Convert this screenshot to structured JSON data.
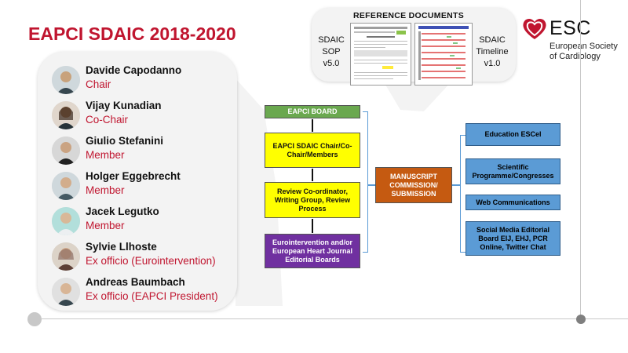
{
  "title": "EAPCI SDAIC 2018-2020",
  "members": [
    {
      "name": "Davide Capodanno",
      "role": "Chair"
    },
    {
      "name": "Vijay Kunadian",
      "role": "Co-Chair"
    },
    {
      "name": "Giulio Stefanini",
      "role": "Member"
    },
    {
      "name": "Holger Eggebrecht",
      "role": "Member"
    },
    {
      "name": "Jacek Legutko",
      "role": "Member"
    },
    {
      "name": "Sylvie Llhoste",
      "role": "Ex officio (Eurointervention)"
    },
    {
      "name": "Andreas Baumbach",
      "role": "Ex officio (EAPCI President)"
    }
  ],
  "reference": {
    "heading": "REFERENCE  DOCUMENTS",
    "doc_left": {
      "line1": "SDAIC",
      "line2": "SOP",
      "line3": "v5.0"
    },
    "doc_right": {
      "line1": "SDAIC",
      "line2": "Timeline",
      "line3": "v1.0"
    }
  },
  "logo": {
    "mark": "ESC",
    "line1": "European Society",
    "line2": "of Cardiology"
  },
  "flow": {
    "board": "EAPCI BOARD",
    "sdaic": "EAPCI SDAIC Chair/Co-Chair/Members",
    "review": "Review Co-ordinator, Writing Group, Review Process",
    "journals": "Eurointervention and/or European Heart Journal Editorial Boards",
    "manuscript": "MANUSCRIPT COMMISSION/ SUBMISSION",
    "outputs": [
      "Education ESCel",
      "Scientific Programme/Congresses",
      "Web Communications",
      "Social Media Editorial Board EIJ, EHJ, PCR Online, Twitter Chat"
    ]
  },
  "colors": {
    "title_red": "#c0152f",
    "board_green": "#6aa84f",
    "yellow": "#ffff00",
    "purple": "#7030a0",
    "orange": "#c55a11",
    "blue": "#5b9bd5"
  }
}
